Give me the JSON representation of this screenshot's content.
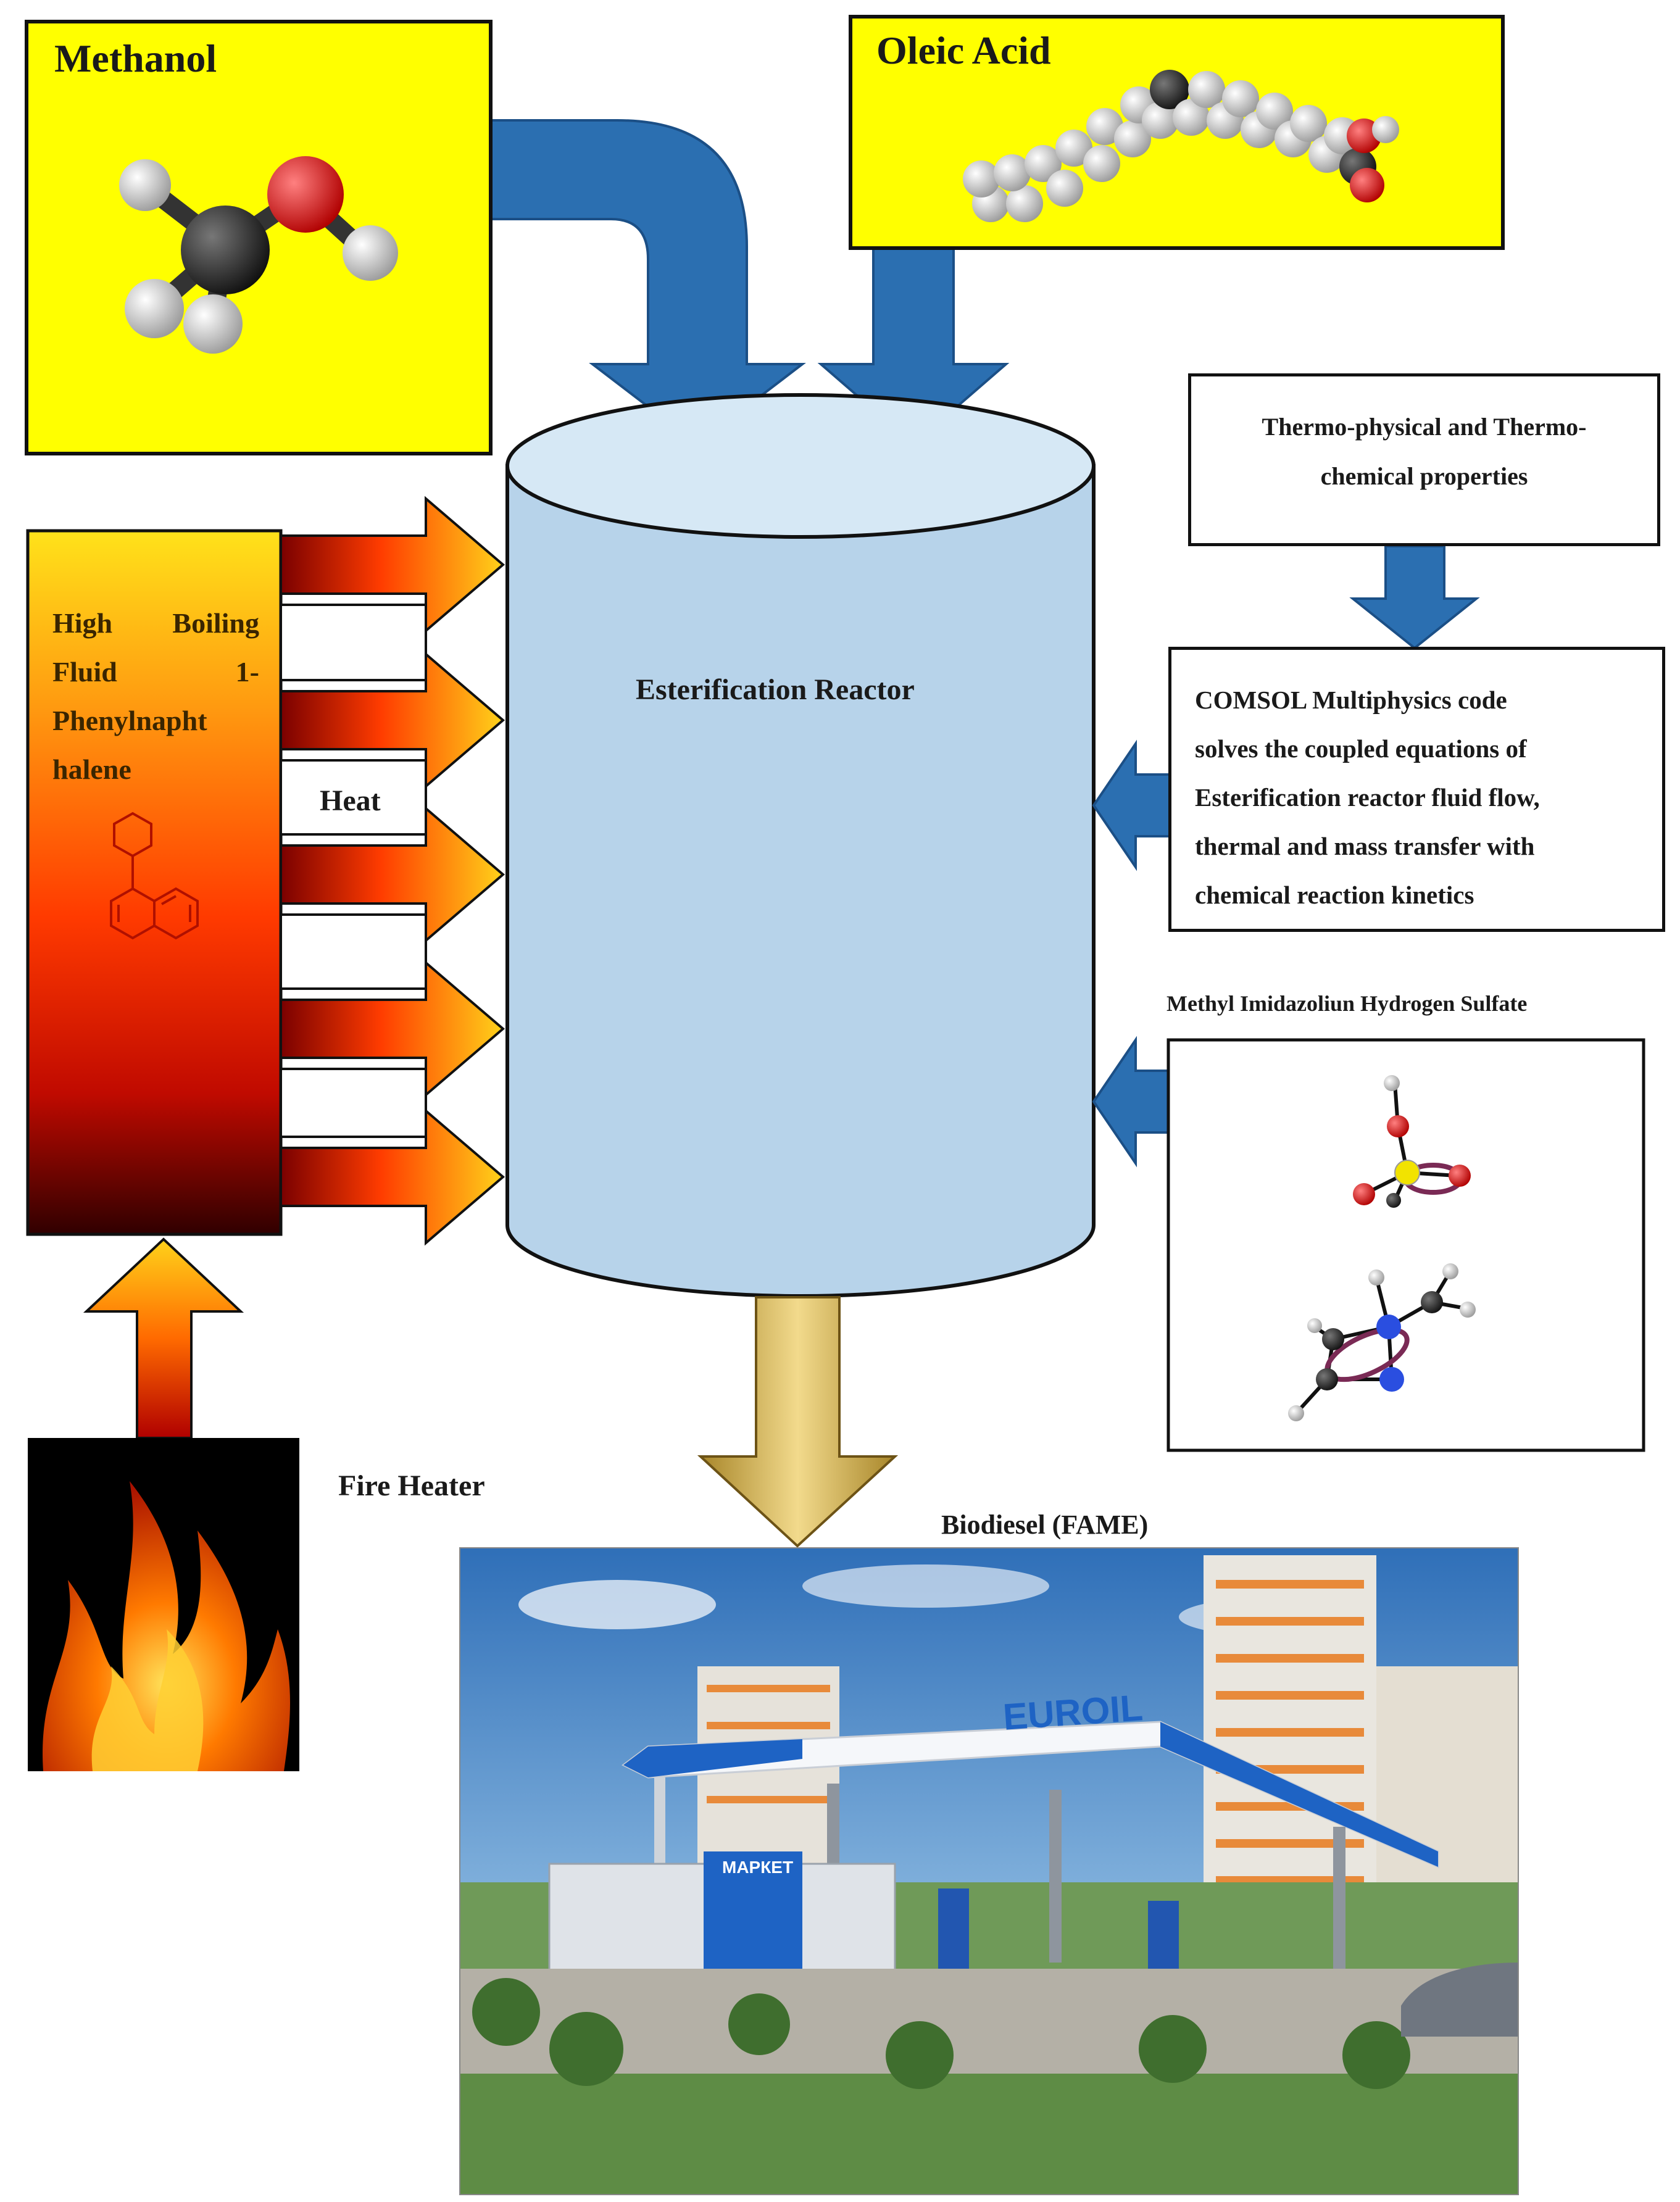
{
  "diagram": {
    "methanol_label": "Methanol",
    "oleic_label": "Oleic Acid",
    "reactor_label": "Esterification Reactor",
    "fluid_label_lines": [
      "High Boiling",
      "Fluid 1-",
      "Phenylnapht",
      "halene"
    ],
    "heat_label": "Heat",
    "fire_label": "Fire Heater",
    "thermo_lines": [
      "Thermo-physical and Thermo-",
      "chemical properties"
    ],
    "comsol_lines": [
      "COMSOL Multiphysics code",
      "solves the coupled equations of",
      "Esterification reactor fluid flow,",
      "thermal and mass transfer with",
      "chemical reaction kinetics"
    ],
    "catalyst_label": "Methyl Imidazoliun Hydrogen Sulfate",
    "product_label": "Biodiesel (FAME)",
    "station_sign": "EUROIL",
    "market_sign": "МАРКЕТ"
  },
  "colors": {
    "methanol_box": "#ffff00",
    "feed_arrow": "#2b6fb1",
    "reactor_body": "#b7d3ea",
    "reactor_top": "#d6e8f5",
    "heat_gradient_top": "#ffd21a",
    "heat_gradient_bottom": "#3a0000",
    "product_arrow": "#d9b85a",
    "flame": "#ff6a00"
  },
  "icons": {
    "methanol_molecule": "methanol-molecule-icon",
    "oleic_molecule": "oleic-acid-molecule-icon",
    "phenylnaphthalene": "phenylnaphthalene-structure-icon",
    "catalyst": "ionic-liquid-molecule-icon",
    "fire": "fire-icon",
    "station": "gas-station-photo"
  }
}
